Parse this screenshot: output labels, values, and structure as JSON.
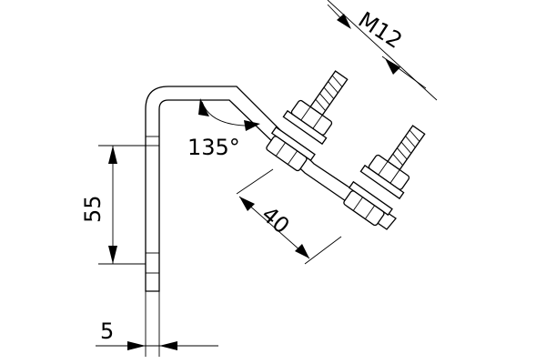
{
  "drawing": {
    "dimensions": {
      "bolt_size": "M12",
      "angle": "135°",
      "spacing": "40",
      "height": "55",
      "thickness": "5"
    }
  }
}
